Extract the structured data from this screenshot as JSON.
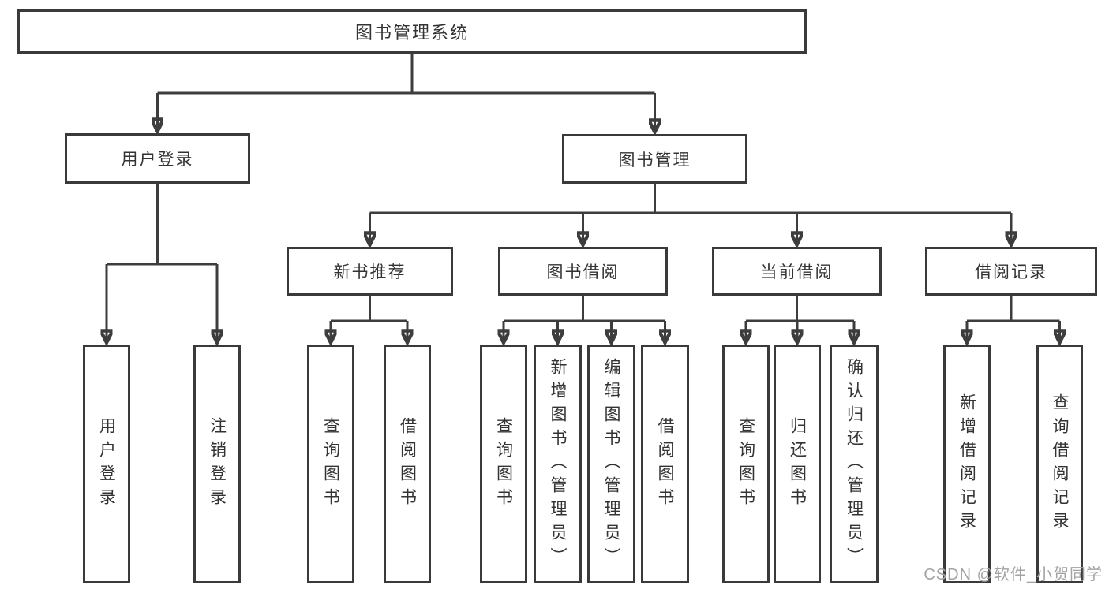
{
  "diagram": {
    "root": {
      "label": "图书管理系统"
    },
    "branches": [
      {
        "label": "用户登录",
        "children": [
          {
            "label": "用户登录"
          },
          {
            "label": "注销登录"
          }
        ]
      },
      {
        "label": "图书管理",
        "children": [
          {
            "label": "新书推荐",
            "children": [
              {
                "label": "查询图书"
              },
              {
                "label": "借阅图书"
              }
            ]
          },
          {
            "label": "图书借阅",
            "children": [
              {
                "label": "查询图书"
              },
              {
                "label": "新增图书（管理员）"
              },
              {
                "label": "编辑图书（管理员）"
              },
              {
                "label": "借阅图书"
              }
            ]
          },
          {
            "label": "当前借阅",
            "children": [
              {
                "label": "查询图书"
              },
              {
                "label": "归还图书"
              },
              {
                "label": "确认归还（管理员）"
              }
            ]
          },
          {
            "label": "借阅记录",
            "children": [
              {
                "label": "新增借阅记录"
              },
              {
                "label": "查询借阅记录"
              }
            ]
          }
        ]
      }
    ]
  },
  "watermark": {
    "text": "CSDN @软件_小贺同学"
  },
  "colors": {
    "line": "#3d3d3d",
    "box_border": "#3a3a3a",
    "text": "#333333",
    "watermark": "#a3a3a3",
    "background": "#ffffff"
  }
}
